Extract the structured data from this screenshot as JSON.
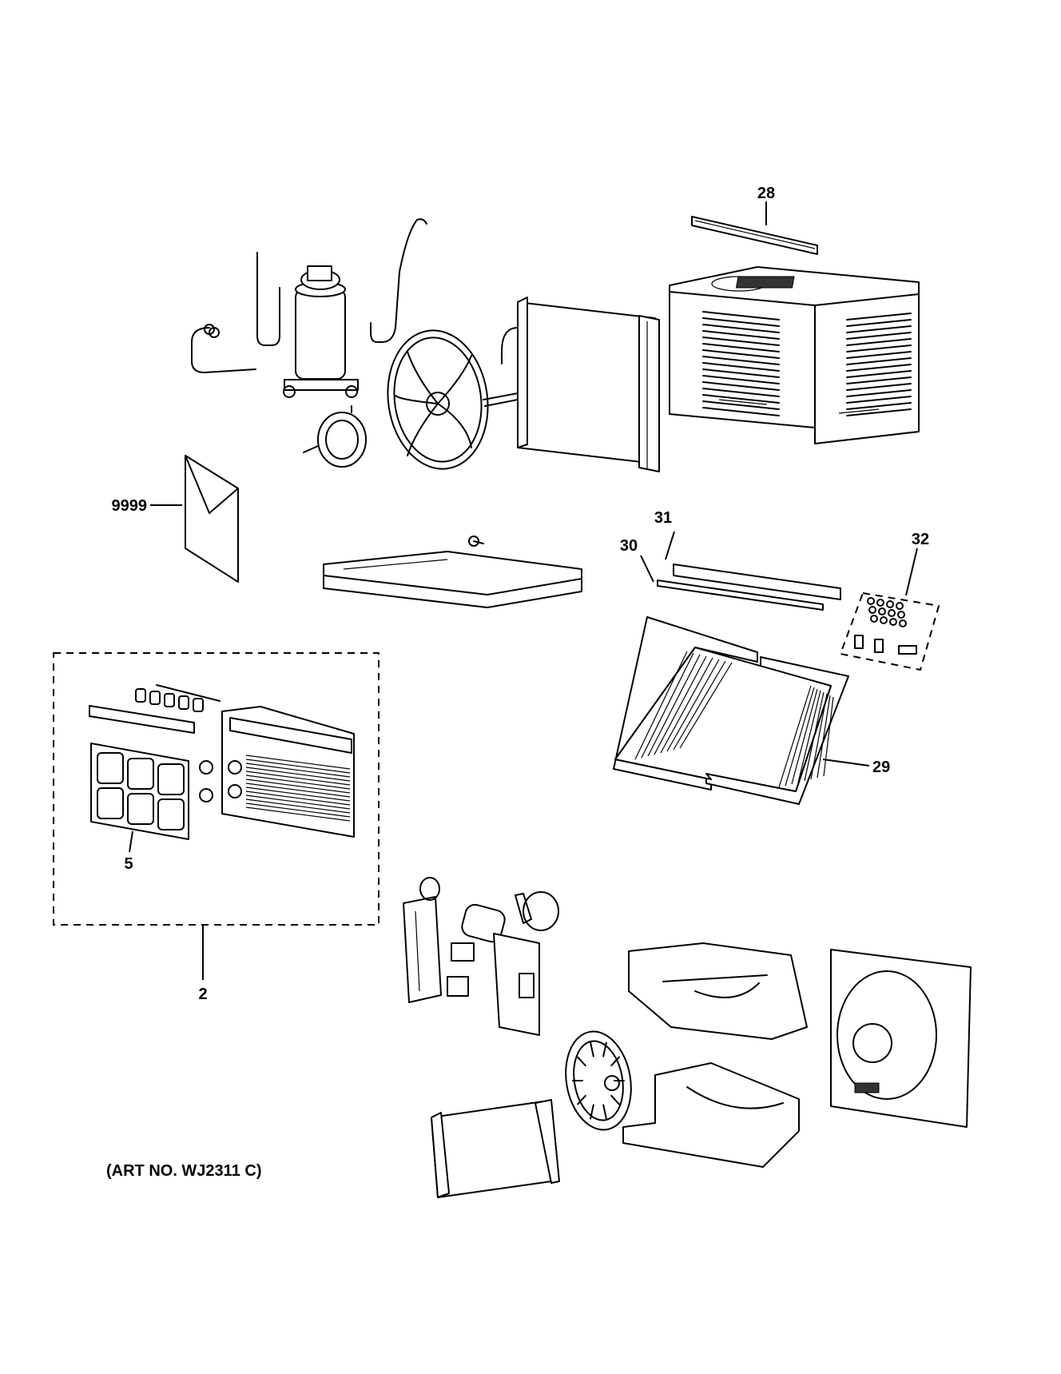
{
  "callouts": {
    "c28": "28",
    "c9999": "9999",
    "c31": "31",
    "c30": "30",
    "c32": "32",
    "c29": "29",
    "c5": "5",
    "c2": "2"
  },
  "art_number": "(ART NO. WJ2311 C)"
}
